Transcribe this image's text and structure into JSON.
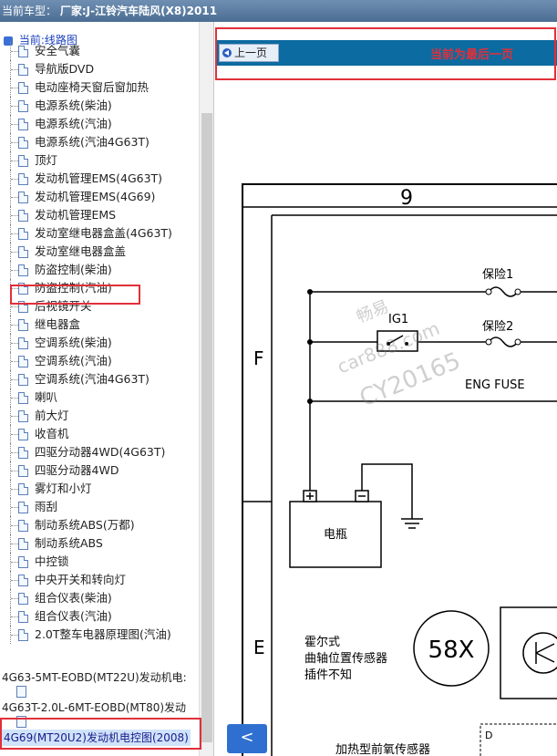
{
  "titlebar": {
    "label": "当前车型：",
    "value": "厂家:J-江铃汽车陆风(X8)2011"
  },
  "tree": {
    "root_label": "当前:线路图",
    "items": [
      "安全气囊",
      "导航版DVD",
      "电动座椅天窗后窗加热",
      "电源系统(柴油)",
      "电源系统(汽油)",
      "电源系统(汽油4G63T)",
      "顶灯",
      "发动机管理EMS(4G63T)",
      "发动机管理EMS(4G69)",
      "发动机管理EMS",
      "发动室继电器盒盖(4G63T)",
      "发动室继电器盒盖",
      "防盗控制(柴油)",
      "防盗控制(汽油)",
      "后视镜开关",
      "继电器盒",
      "空调系统(柴油)",
      "空调系统(汽油)",
      "空调系统(汽油4G63T)",
      "喇叭",
      "前大灯",
      "收音机",
      "四驱分动器4WD(4G63T)",
      "四驱分动器4WD",
      "雾灯和小灯",
      "雨刮",
      "制动系统ABS(万都)",
      "制动系统ABS",
      "中控锁",
      "中央开关和转向灯",
      "组合仪表(柴油)",
      "组合仪表(汽油)",
      "2.0T整车电器原理图(汽油)"
    ],
    "root_entries": [
      "4G63-5MT-EOBD(MT22U)发动机电:",
      "4G63T-2.0L-6MT-EOBD(MT80)发动",
      "4G69(MT20U2)发动机电控图(2008)"
    ]
  },
  "viewer": {
    "prev_label": "上一页",
    "last_page_note": "当前为最后一页",
    "back_label": "<"
  },
  "diagram": {
    "column_number": "9",
    "row_f": "F",
    "row_e": "E",
    "fuse1": "保险1",
    "fuse2": "保险2",
    "ig1": "IG1",
    "eng_fuse": "ENG FUSE",
    "battery": "电瓶",
    "sensor_line1": "霍尔式",
    "sensor_line2": "曲轴位置传感器",
    "sensor_line3": "插件不知",
    "sensor_code": "58X",
    "o2_sensor": "加热型前氧传感器",
    "connector_d": "D",
    "watermark_line1": "畅易",
    "watermark_line2": "car888.com",
    "watermark_line3": "CY20165"
  }
}
